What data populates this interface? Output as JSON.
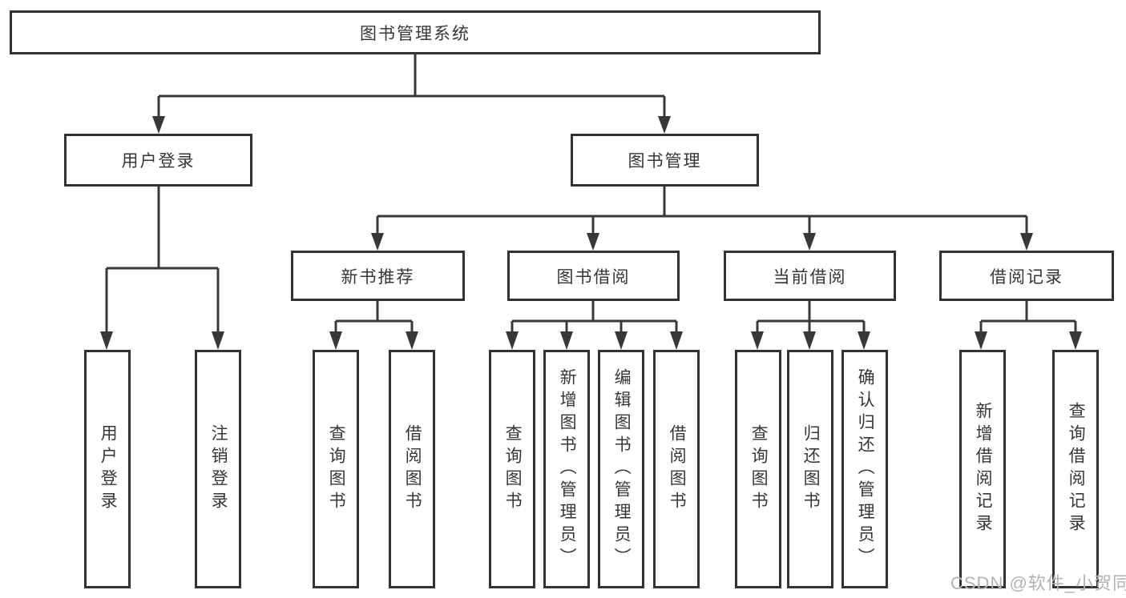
{
  "diagram": {
    "title": "图书管理系统",
    "root": {
      "label": "图书管理系统"
    },
    "level2": [
      {
        "label": "用户登录"
      },
      {
        "label": "图书管理"
      }
    ],
    "level3": [
      {
        "label": "新书推荐",
        "parent": "图书管理"
      },
      {
        "label": "图书借阅",
        "parent": "图书管理"
      },
      {
        "label": "当前借阅",
        "parent": "图书管理"
      },
      {
        "label": "借阅记录",
        "parent": "图书管理"
      }
    ],
    "leaves": [
      {
        "label": "用户登录",
        "parent": "用户登录"
      },
      {
        "label": "注销登录",
        "parent": "用户登录"
      },
      {
        "label": "查询图书",
        "parent": "新书推荐"
      },
      {
        "label": "借阅图书",
        "parent": "新书推荐"
      },
      {
        "label": "查询图书",
        "parent": "图书借阅"
      },
      {
        "label": "新增图书（管理员）",
        "parent": "图书借阅"
      },
      {
        "label": "编辑图书（管理员）",
        "parent": "图书借阅"
      },
      {
        "label": "借阅图书",
        "parent": "图书借阅"
      },
      {
        "label": "查询图书",
        "parent": "当前借阅"
      },
      {
        "label": "归还图书",
        "parent": "当前借阅"
      },
      {
        "label": "确认归还（管理员）",
        "parent": "当前借阅"
      },
      {
        "label": "新增借阅记录",
        "parent": "借阅记录"
      },
      {
        "label": "查询借阅记录",
        "parent": "借阅记录"
      }
    ]
  },
  "watermark": {
    "text": "CSDN @软件_小贺同学"
  },
  "colors": {
    "line": "#383838",
    "box_border": "#333333",
    "box_fill": "#ffffff",
    "text": "#363636",
    "watermark_text": "#b3b3b3"
  }
}
